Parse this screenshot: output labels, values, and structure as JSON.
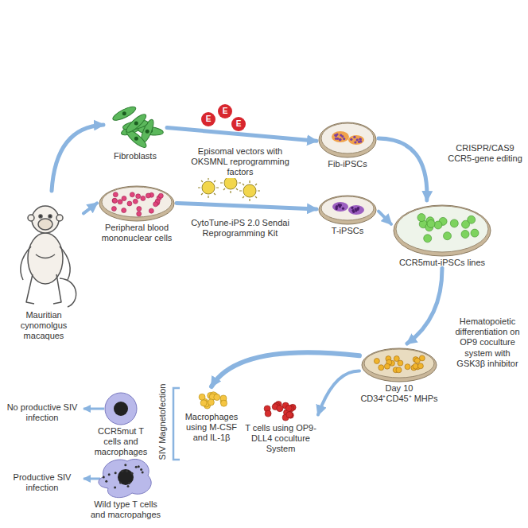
{
  "diagram": {
    "nodes": [
      {
        "text": [
          "Mauritian cynomolgus macaques"
        ]
      },
      {
        "text": [
          "Fibroblasts"
        ]
      },
      {
        "text": [
          "Peripheral blood mononuclear cells"
        ]
      },
      {
        "text": [
          "Fib-iPSCs"
        ]
      },
      {
        "text": [
          "T-iPSCs"
        ]
      },
      {
        "text": [
          "CCR5mut-iPSCs lines"
        ]
      },
      {
        "text": [
          "Day 10 CD34⁺CD45⁺ MHPs"
        ]
      },
      {
        "text": [
          "T cells using OP9-DLL4 coculture System"
        ]
      },
      {
        "text": [
          "Macrophages using M-CSF and IL-1β"
        ]
      },
      {
        "text": [
          "CCR5mut T cells and macrophages"
        ]
      },
      {
        "text": [
          "Wild type T cells and macropahges"
        ]
      }
    ],
    "edges": [
      {
        "from": 0,
        "to": 1,
        "arrow": "to"
      },
      {
        "from": 0,
        "to": 2,
        "arrow": "to"
      },
      {
        "from": 1,
        "to": 3,
        "label": "Episomal vectors with OKSMNL reprogramming factors",
        "arrow": "to"
      },
      {
        "from": 2,
        "to": 4,
        "label": "CytoTune-iPS 2.0 Sendai Reprogramming Kit",
        "arrow": "to"
      },
      {
        "from": 3,
        "to": 5,
        "label": "CRISPR/CAS9 CCR5-gene editing",
        "arrow": "to"
      },
      {
        "from": 4,
        "to": 5,
        "arrow": "to"
      },
      {
        "from": 5,
        "to": 6,
        "label": "Hematopoietic differentiation on OP9 coculture system with GSK3β inhibitor",
        "arrow": "to"
      },
      {
        "from": 6,
        "to": 7,
        "arrow": "to"
      },
      {
        "from": 6,
        "to": 8,
        "arrow": "to"
      }
    ],
    "labels": [
      "E",
      "E",
      "E",
      "No productive SIV infection",
      "Productive SIV infection",
      "SIV Magnetofection"
    ]
  }
}
